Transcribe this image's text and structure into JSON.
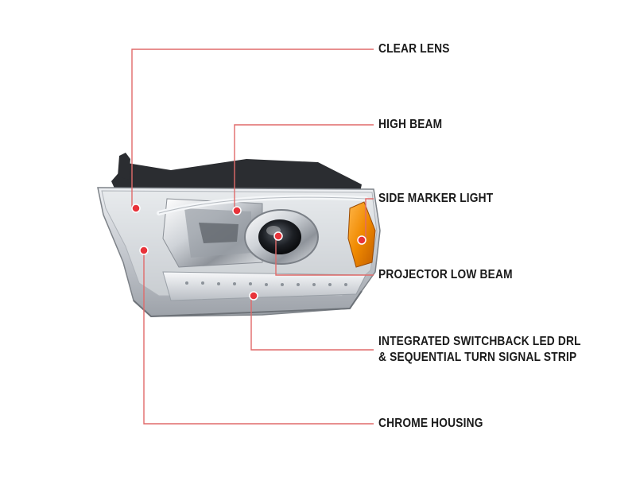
{
  "diagram": {
    "colors": {
      "leader_line": "#e06a6a",
      "callout_dot": "#e8333a",
      "label_text": "#1a1a1a",
      "chrome": "#c9ccd1",
      "amber": "#f08a00"
    },
    "callouts": [
      {
        "id": "clear-lens",
        "lines": [
          "CLEAR LENS"
        ]
      },
      {
        "id": "high-beam",
        "lines": [
          "HIGH BEAM"
        ]
      },
      {
        "id": "side-marker-light",
        "lines": [
          "SIDE MARKER LIGHT"
        ]
      },
      {
        "id": "projector-low-beam",
        "lines": [
          "PROJECTOR LOW BEAM"
        ]
      },
      {
        "id": "led-drl-strip",
        "lines": [
          "INTEGRATED SWITCHBACK LED DRL",
          "& SEQUENTIAL TURN SIGNAL STRIP"
        ]
      },
      {
        "id": "chrome-housing",
        "lines": [
          "CHROME HOUSING"
        ]
      }
    ]
  }
}
